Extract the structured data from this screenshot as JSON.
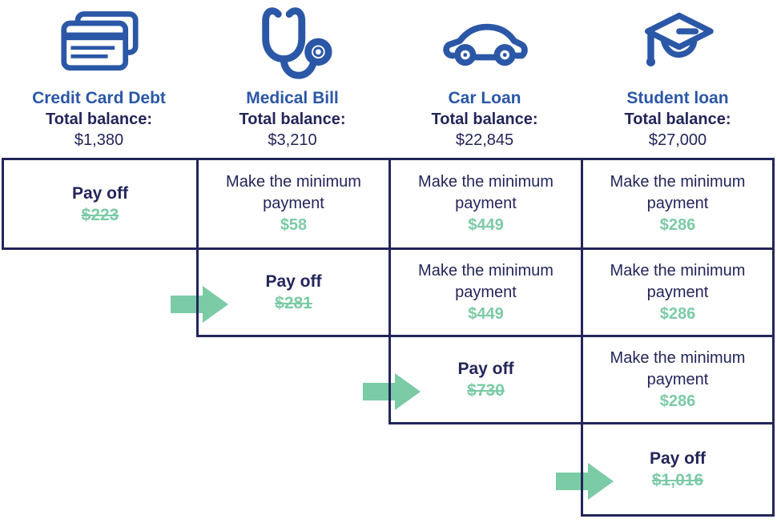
{
  "colors": {
    "navy": "#23255A",
    "blue": "#2B57A7",
    "green": "#7BCBA6"
  },
  "debts": [
    {
      "icon": "credit-card-icon",
      "name": "Credit Card Debt",
      "balance_label": "Total balance:",
      "balance": "$1,380"
    },
    {
      "icon": "stethoscope-icon",
      "name": "Medical Bill",
      "balance_label": "Total balance:",
      "balance": "$3,210"
    },
    {
      "icon": "car-icon",
      "name": "Car Loan",
      "balance_label": "Total balance:",
      "balance": "$22,845"
    },
    {
      "icon": "graduation-cap-icon",
      "name": "Student loan",
      "balance_label": "Total balance:",
      "balance": "$27,000"
    }
  ],
  "grid": {
    "rows": [
      {
        "cells": [
          {
            "type": "payoff",
            "label": "Pay off",
            "amount": "$223"
          },
          {
            "type": "minimum",
            "label": "Make the minimum payment",
            "amount": "$58"
          },
          {
            "type": "minimum",
            "label": "Make the minimum payment",
            "amount": "$449"
          },
          {
            "type": "minimum",
            "label": "Make the minimum payment",
            "amount": "$286"
          }
        ]
      },
      {
        "cells": [
          {
            "type": "payoff",
            "label": "Pay off",
            "amount": "$281"
          },
          {
            "type": "minimum",
            "label": "Make the minimum payment",
            "amount": "$449"
          },
          {
            "type": "minimum",
            "label": "Make the minimum payment",
            "amount": "$286"
          }
        ]
      },
      {
        "cells": [
          {
            "type": "payoff",
            "label": "Pay off",
            "amount": "$730"
          },
          {
            "type": "minimum",
            "label": "Make the minimum payment",
            "amount": "$286"
          }
        ]
      },
      {
        "cells": [
          {
            "type": "payoff",
            "label": "Pay off",
            "amount": "$1,016"
          }
        ]
      }
    ]
  }
}
